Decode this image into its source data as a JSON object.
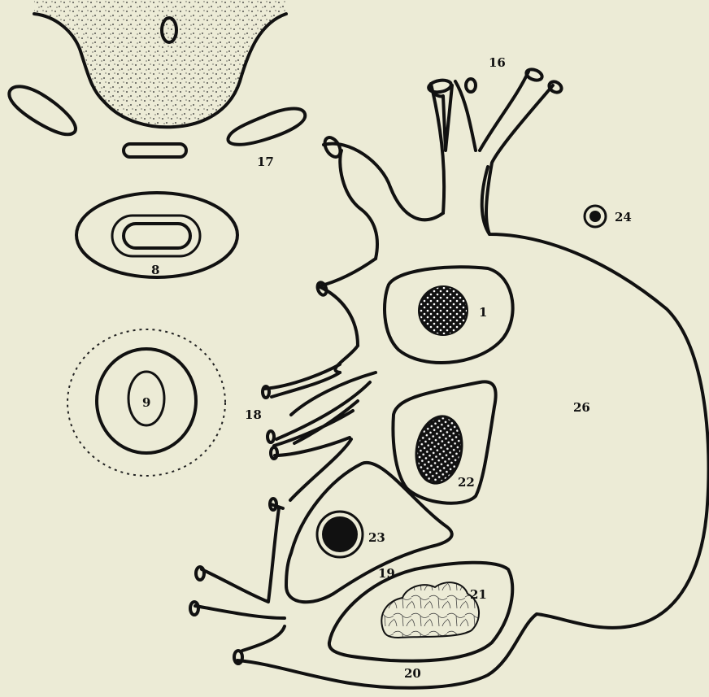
{
  "labels": {
    "l1": "1",
    "l8": "8",
    "l9": "9",
    "l16": "16",
    "l17": "17",
    "l18": "18",
    "l19": "19",
    "l20": "20",
    "l21": "21",
    "l22": "22",
    "l23": "23",
    "l24": "24",
    "l26": "26"
  },
  "colors": {
    "paper": "#ecebd6",
    "ink": "#111111",
    "speckle": "#ffffff"
  }
}
